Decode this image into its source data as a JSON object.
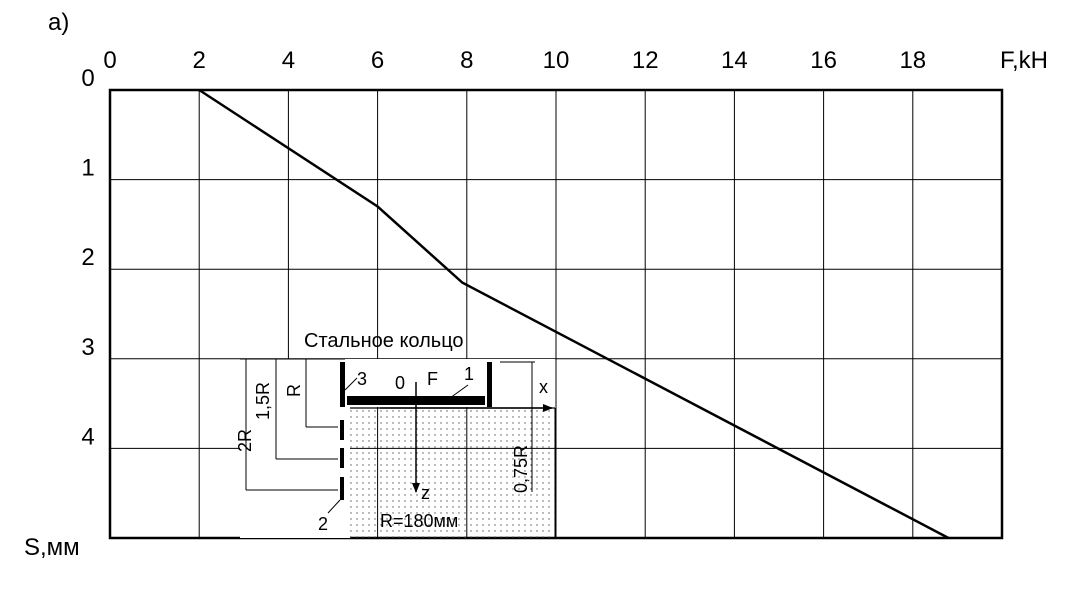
{
  "figure_label": "а)",
  "chart_data": {
    "type": "line",
    "xlabel": "F,kH",
    "ylabel": "S,мм",
    "x_ticks": [
      "0",
      "2",
      "4",
      "6",
      "8",
      "10",
      "12",
      "14",
      "16",
      "18"
    ],
    "y_ticks": [
      "0",
      "1",
      "2",
      "3",
      "4"
    ],
    "xlim": [
      0,
      20
    ],
    "ylim": [
      0,
      5
    ],
    "y_inverted": true,
    "x_axis_position": "top",
    "grid": true,
    "series": [
      {
        "x": [
          2.0,
          6.0,
          7.9,
          18.8
        ],
        "y": [
          0.0,
          1.3,
          2.15,
          5.0
        ]
      }
    ]
  },
  "inset": {
    "title": "Стальное кольцо",
    "radius_label": "R=180мм",
    "dim_2r": "2R",
    "dim_15r": "1,5R",
    "dim_r": "R",
    "dim_075r": "0,75R",
    "mark_0": "0",
    "mark_f": "F",
    "mark_1": "1",
    "mark_2": "2",
    "mark_3": "3",
    "axis_x": "x",
    "axis_z": "z"
  }
}
